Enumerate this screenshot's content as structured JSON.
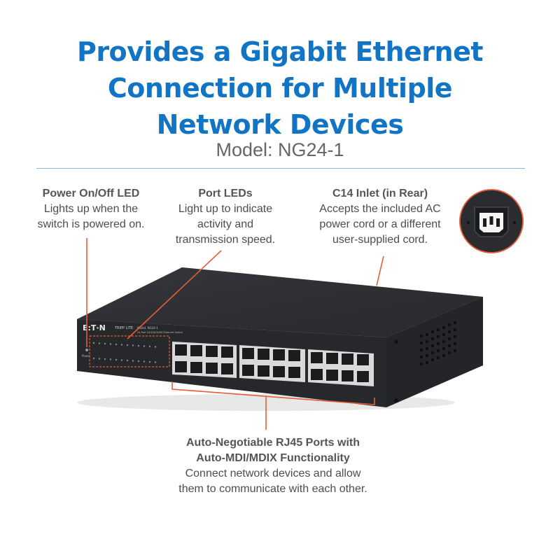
{
  "headline": {
    "line1": "Provides a Gigabit Ethernet",
    "line2": "Connection for Multiple",
    "line3": "Network Devices"
  },
  "model": "Model: NG24-1",
  "colors": {
    "headline": "#1274c4",
    "accent": "#e65c3a",
    "divider": "#8bb7de",
    "body_text": "#4d4d4d"
  },
  "callouts": {
    "power_led": {
      "title": "Power On/Off LED",
      "line1": "Lights up when the",
      "line2": "switch is powered on."
    },
    "port_leds": {
      "title": "Port LEDs",
      "line1": "Light up to indicate",
      "line2": "activity and",
      "line3": "transmission speed."
    },
    "c14_inlet": {
      "title": "C14 Inlet (in Rear)",
      "line1": "Accepts the included AC",
      "line2": "power cord or a different",
      "line3": "user-supplied cord."
    },
    "rj45_ports": {
      "title1": "Auto-Negotiable RJ45 Ports with",
      "title2": "Auto-MDI/MDIX Functionality",
      "line1": "Connect network devices and allow",
      "line2": "them to communicate with each other."
    }
  },
  "device": {
    "brand_logo": "E:T·N",
    "brand_sub": "TRIPP LITE",
    "model_label": "Model: NG24-1",
    "desc_label": "24-Port 10/100/1000 Ethernet Switch",
    "power_label": "Power"
  }
}
